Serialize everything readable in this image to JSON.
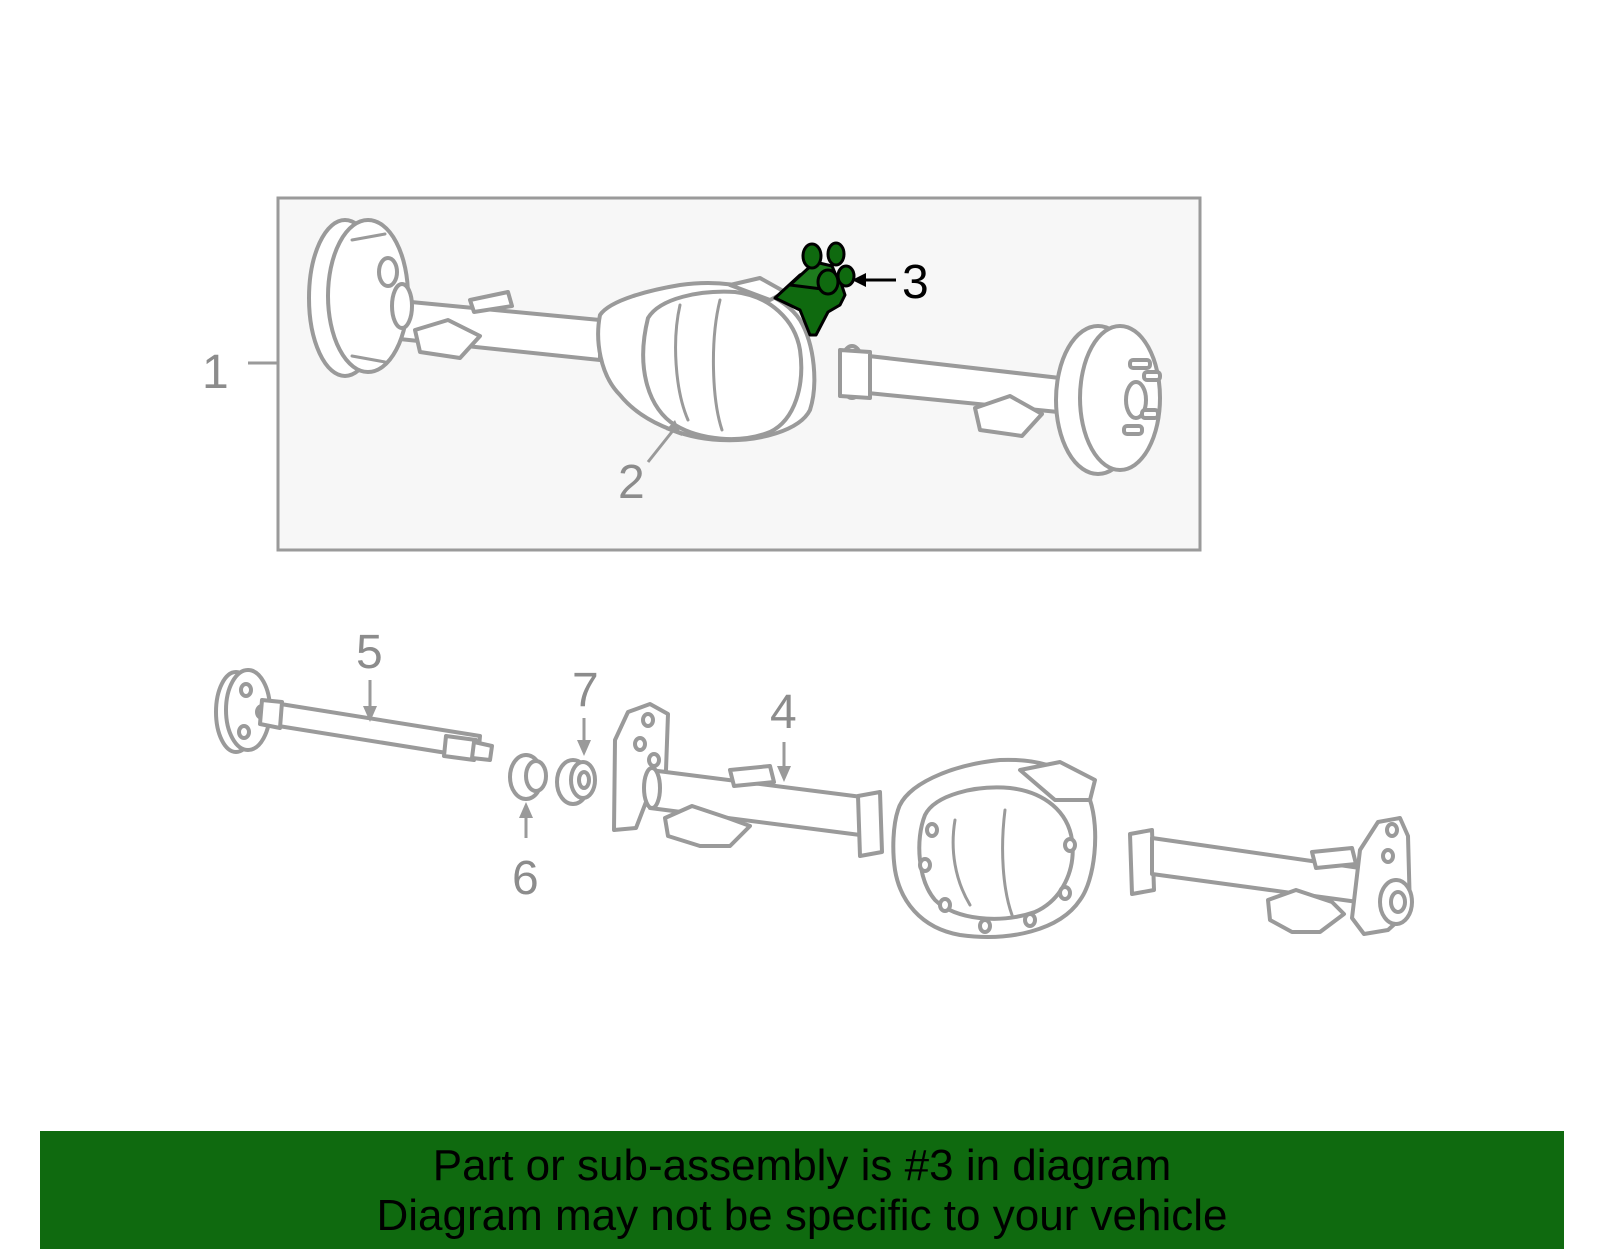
{
  "diagram": {
    "callouts": {
      "c1": "1",
      "c2": "2",
      "c3": "3",
      "c4": "4",
      "c5": "5",
      "c6": "6",
      "c7": "7"
    },
    "highlighted_part": "3",
    "colors": {
      "highlight": "#0f6a0f",
      "outline": "#9a9a9a",
      "box_fill": "#f7f7f7",
      "box_border": "#9a9a9a"
    }
  },
  "banner": {
    "line1": "Part or sub-assembly is #3 in diagram",
    "line2": "Diagram may not be specific to your vehicle",
    "background": "#0f6a0f"
  }
}
